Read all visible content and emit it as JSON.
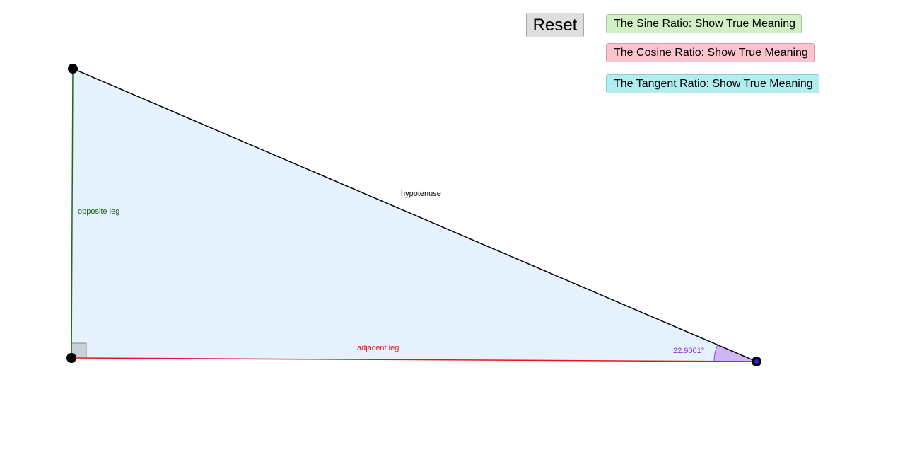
{
  "buttons": {
    "reset": "Reset",
    "sine": "The Sine Ratio: Show True Meaning",
    "cosine": "The Cosine Ratio: Show True Meaning",
    "tangent": "The Tangent Ratio: Show True Meaning"
  },
  "triangle": {
    "labels": {
      "opposite": "opposite leg",
      "hypotenuse": "hypotenuse",
      "adjacent": "adjacent leg",
      "angle": "22.9001°"
    },
    "colors": {
      "fill": "#e5f1fc",
      "opposite": "#1a6b1a",
      "adjacent": "#e8121e",
      "hypotenuse": "#000000",
      "angle_fill": "#cdb6f2",
      "angle_stroke": "#8a3ee0",
      "angle_text": "#8a2be2",
      "right_angle_fill": "#c8d2d6"
    }
  }
}
